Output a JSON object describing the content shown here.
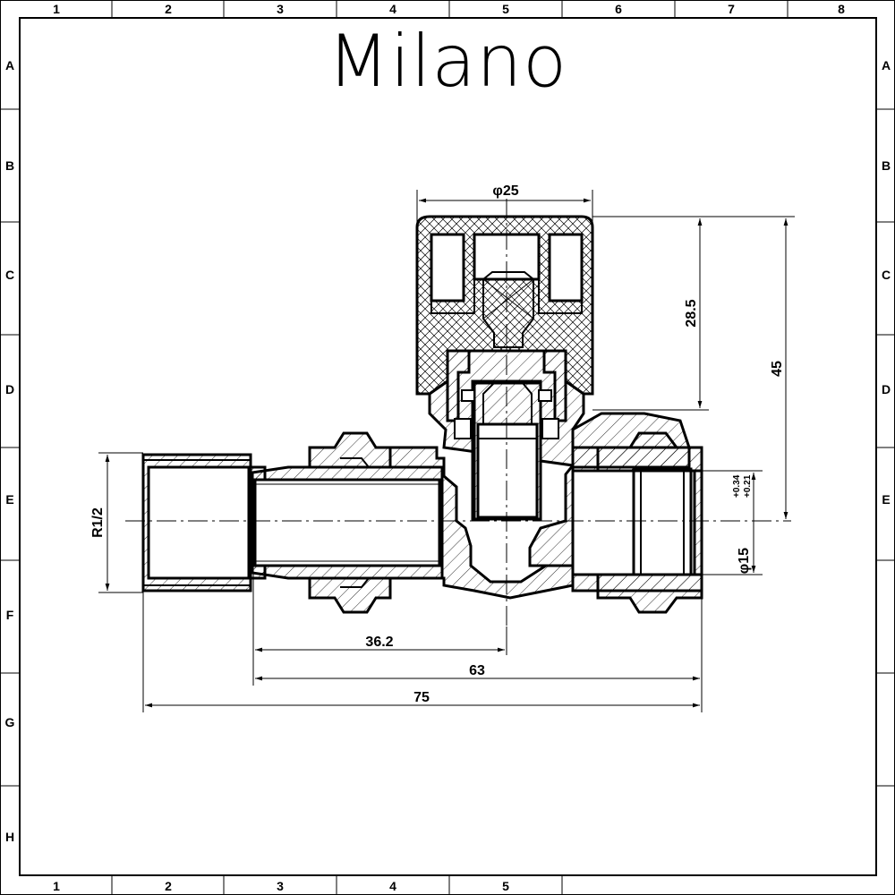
{
  "title": "Milano",
  "frame": {
    "columns": [
      "1",
      "2",
      "3",
      "4",
      "5",
      "6",
      "7",
      "8"
    ],
    "rows": [
      "A",
      "B",
      "C",
      "D",
      "E",
      "F",
      "G",
      "H"
    ],
    "bottom_columns": [
      "1",
      "2",
      "3",
      "4",
      "5"
    ]
  },
  "dimensions": {
    "head_diameter": "φ25",
    "head_height": "28.5",
    "total_height": "45",
    "thread_size": "R1/2",
    "pipe_diameter": "φ15",
    "pipe_tolerance_upper": "+0.34",
    "pipe_tolerance_lower": "+0.21",
    "center_offset": "36.2",
    "body_length": "63",
    "overall_length": "75"
  }
}
